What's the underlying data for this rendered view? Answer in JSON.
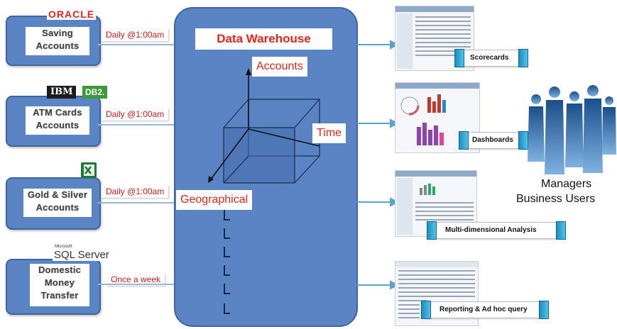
{
  "sources": [
    {
      "logo": "ORACLE",
      "label_lines": [
        "Saving",
        "Accounts"
      ],
      "schedule": "Daily @1:00am"
    },
    {
      "logo": [
        "IBM",
        "DB2."
      ],
      "label_lines": [
        "ATM Cards",
        "Accounts"
      ],
      "schedule": "Daily @1:00am"
    },
    {
      "logo": "excel-icon",
      "label_lines": [
        "Gold & Silver",
        "Accounts"
      ],
      "schedule": "Daily @1:00am"
    },
    {
      "logo": [
        "Microsoft",
        "SQL Server"
      ],
      "label_lines": [
        "Domestic",
        "Money",
        "Transfer"
      ],
      "schedule": "Once a week"
    }
  ],
  "warehouse": {
    "title": "Data Warehouse",
    "dimensions": {
      "up": "Accounts",
      "right": "Time",
      "left": "Geographical"
    }
  },
  "outputs": [
    {
      "label": "Scorecards"
    },
    {
      "label": "Dashboards"
    },
    {
      "label": "Multi-dimensional Analysis"
    },
    {
      "label": "Reporting & Ad hoc query"
    }
  ],
  "users": {
    "line1": "Managers",
    "line2": "Business Users"
  },
  "colors": {
    "box": "#5b84c4",
    "border": "#3e64a0",
    "accent_red": "#e3241b",
    "oracle": "#e3241b",
    "db2_green": "#3a9a3a",
    "connector": "#9bb5da",
    "cube_icon": "#1d8fbf"
  }
}
